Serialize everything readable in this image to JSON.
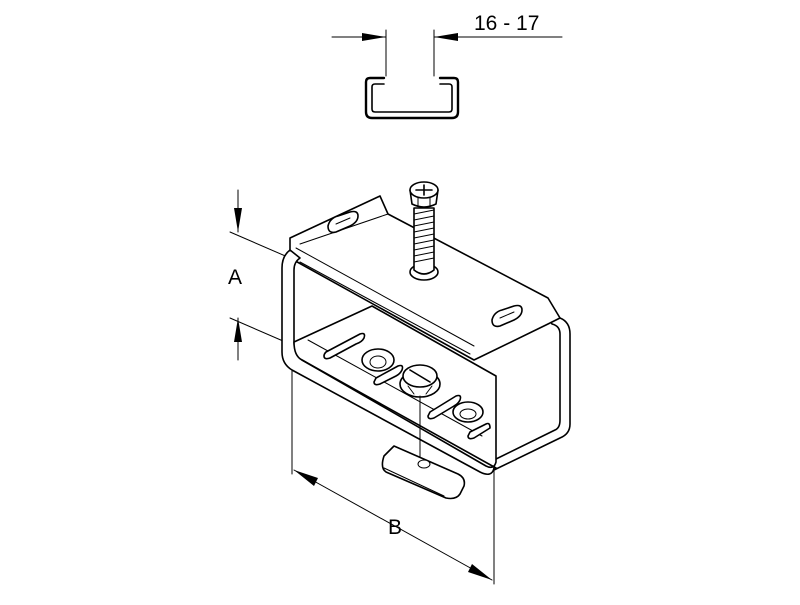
{
  "dimensions": {
    "channel_width_label": "16 - 17",
    "height_label": "A",
    "length_label": "B"
  },
  "colors": {
    "line": "#000000",
    "background": "#ffffff"
  }
}
